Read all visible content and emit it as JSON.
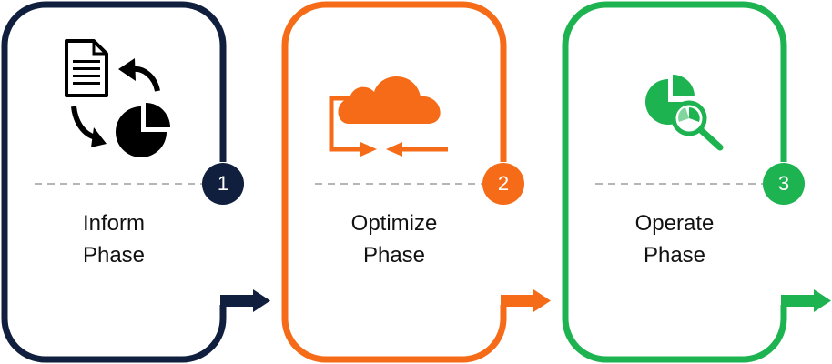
{
  "phases": [
    {
      "number": "1",
      "line1": "Inform",
      "line2": "Phase",
      "color": "#0f1f3d",
      "icon": "document-pie-cycle-icon"
    },
    {
      "number": "2",
      "line1": "Optimize",
      "line2": "Phase",
      "color": "#f56b18",
      "icon": "cloud-arrows-icon"
    },
    {
      "number": "3",
      "line1": "Operate",
      "line2": "Phase",
      "color": "#1db351",
      "icon": "pie-magnifier-icon"
    }
  ]
}
